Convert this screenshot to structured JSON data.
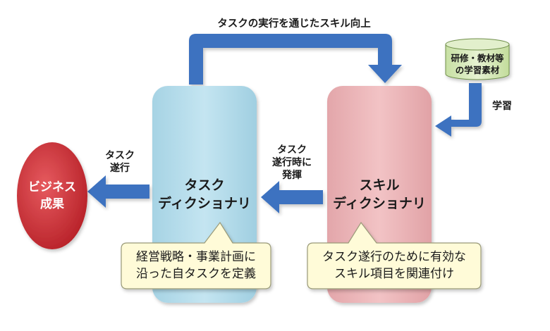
{
  "top_arrow_label": "タスクの実行を通じたスキル向上",
  "learning_material": {
    "line1": "研修・教材等",
    "line2": "の学習素材"
  },
  "learning_label": "学習",
  "task_dictionary": {
    "line1": "タスク",
    "line2": "ディクショナリ"
  },
  "skill_dictionary": {
    "line1": "スキル",
    "line2": "ディクショナリ"
  },
  "business_result": {
    "line1": "ビジネス",
    "line2": "成果"
  },
  "task_execution_label": {
    "line1": "タスク",
    "line2": "遂行"
  },
  "exertion_label": {
    "line1": "タスク",
    "line2": "遂行時に",
    "line3": "発揮"
  },
  "task_callout": {
    "line1": "経営戦略・事業計画に",
    "line2": "沿った自タスクを定義"
  },
  "skill_callout": {
    "line1": "タスク遂行のために有効な",
    "line2": "スキル項目を関連付け"
  },
  "colors": {
    "task_box": "#b3dcea",
    "skill_box": "#ebb5b8",
    "arrow": "#3c72c0",
    "business_ellipse": "#cf2f36",
    "callout": "#fffbd8",
    "cylinder": "#d6eab8"
  }
}
